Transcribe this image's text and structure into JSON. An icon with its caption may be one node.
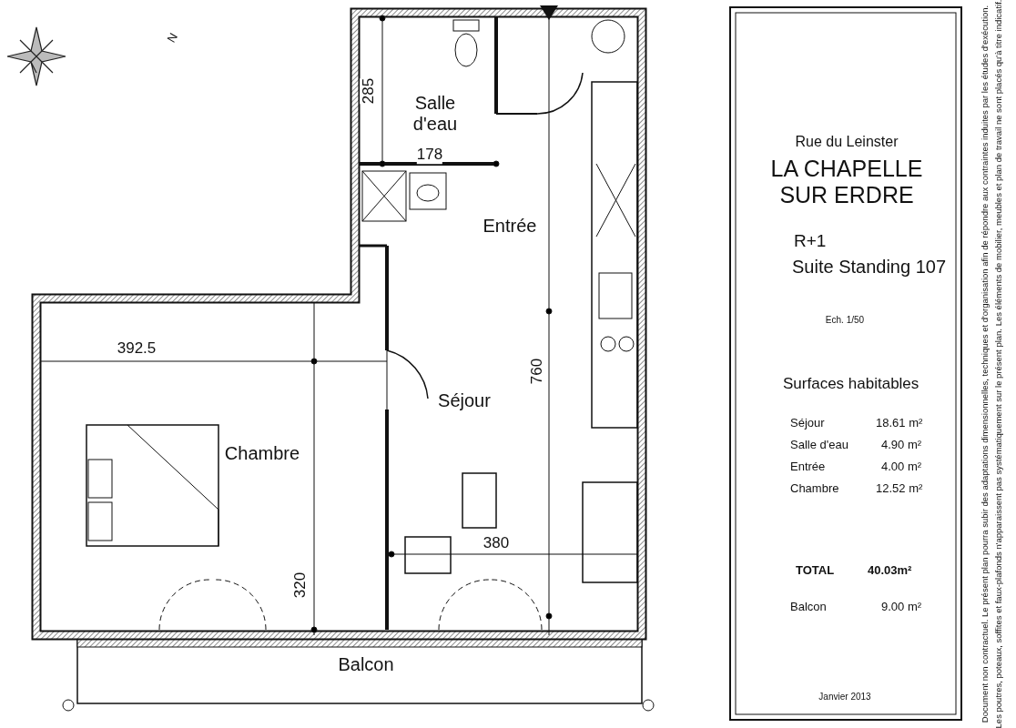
{
  "diagram": {
    "nodes": [
      {
        "text": [
          "Salle d'eau"
        ]
      },
      {
        "text": [
          "Entrée"
        ]
      },
      {
        "text": [
          "Séjour"
        ]
      },
      {
        "text": [
          "Chambre"
        ]
      },
      {
        "text": [
          "Balcon"
        ]
      }
    ],
    "labels": [
      "N",
      "285",
      "178",
      "760",
      "392.5",
      "380",
      "320",
      "Rue du Leinster",
      "LA CHAPELLE SUR ERDRE",
      "R+1",
      "Suite Standing 107",
      "Ech. 1/50",
      "Surfaces habitables",
      "Séjour",
      "18.61 m²",
      "Salle d'eau",
      "4.90 m²",
      "Entrée",
      "4.00 m²",
      "Chambre",
      "12.52 m²",
      "TOTAL",
      "40.03m²",
      "Balcon",
      "9.00 m²",
      "Janvier 2013",
      "Document non contractuel. Le présent plan pourra subir des adaptations dimensionnelles, techniques et d'organisation afin de répondre aux contraintes induites par les études d'exécution.",
      "Les poutres, poteaux, soffites et faux-plafonds n'apparaissent pas systématiquement sur le présent plan. Les éléments de mobilier, meubles et plan de travail ne sont placés qu'à titre indicatif."
    ]
  }
}
